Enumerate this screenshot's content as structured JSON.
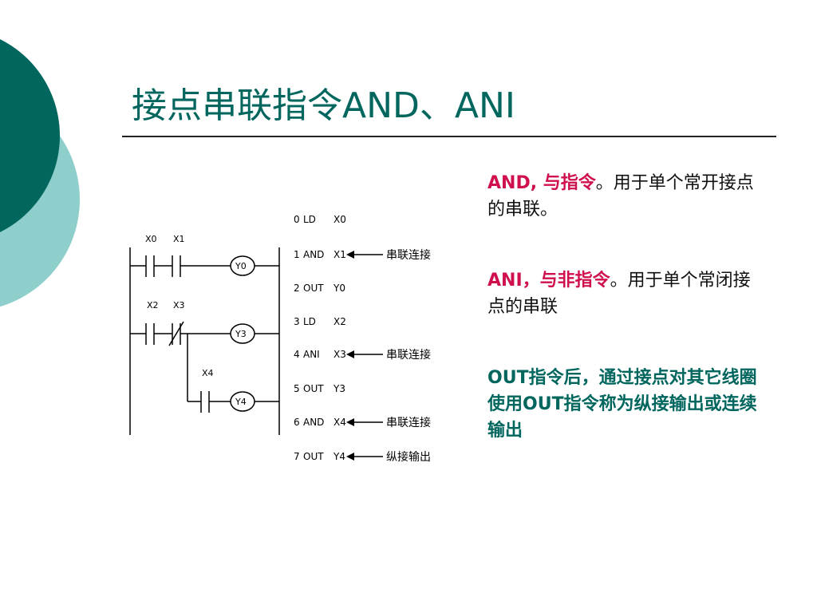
{
  "title": "接点串联指令AND、ANI",
  "colors": {
    "teal_dark": "#00665e",
    "teal_light": "#8ecfcb",
    "accent_red": "#d0104c"
  },
  "ladder": {
    "contacts": [
      "X0",
      "X1",
      "X2",
      "X3",
      "X4"
    ],
    "coils": [
      "Y0",
      "Y3",
      "Y4"
    ],
    "program": [
      {
        "step": "0",
        "op": "LD",
        "operand": "X0",
        "note": ""
      },
      {
        "step": "1",
        "op": "AND",
        "operand": "X1",
        "note": "串联连接"
      },
      {
        "step": "2",
        "op": "OUT",
        "operand": "Y0",
        "note": ""
      },
      {
        "step": "3",
        "op": "LD",
        "operand": "X2",
        "note": ""
      },
      {
        "step": "4",
        "op": "ANI",
        "operand": "X3",
        "note": "串联连接"
      },
      {
        "step": "5",
        "op": "OUT",
        "operand": "Y3",
        "note": ""
      },
      {
        "step": "6",
        "op": "AND",
        "operand": "X4",
        "note": "串联连接"
      },
      {
        "step": "7",
        "op": "OUT",
        "operand": "Y4",
        "note": "纵接输出"
      }
    ]
  },
  "text": {
    "p1_head": "AND, 与指令",
    "p1_body": "。用于单个常开接点的串联。",
    "p2_head": "ANI，与非指令",
    "p2_body": "。用于单个常闭接点的串联",
    "p3_a": "OUT指令后，通过接点对其它线圈使用",
    "p3_b": "OUT",
    "p3_c": "指令称为纵接输出或连续输出"
  }
}
